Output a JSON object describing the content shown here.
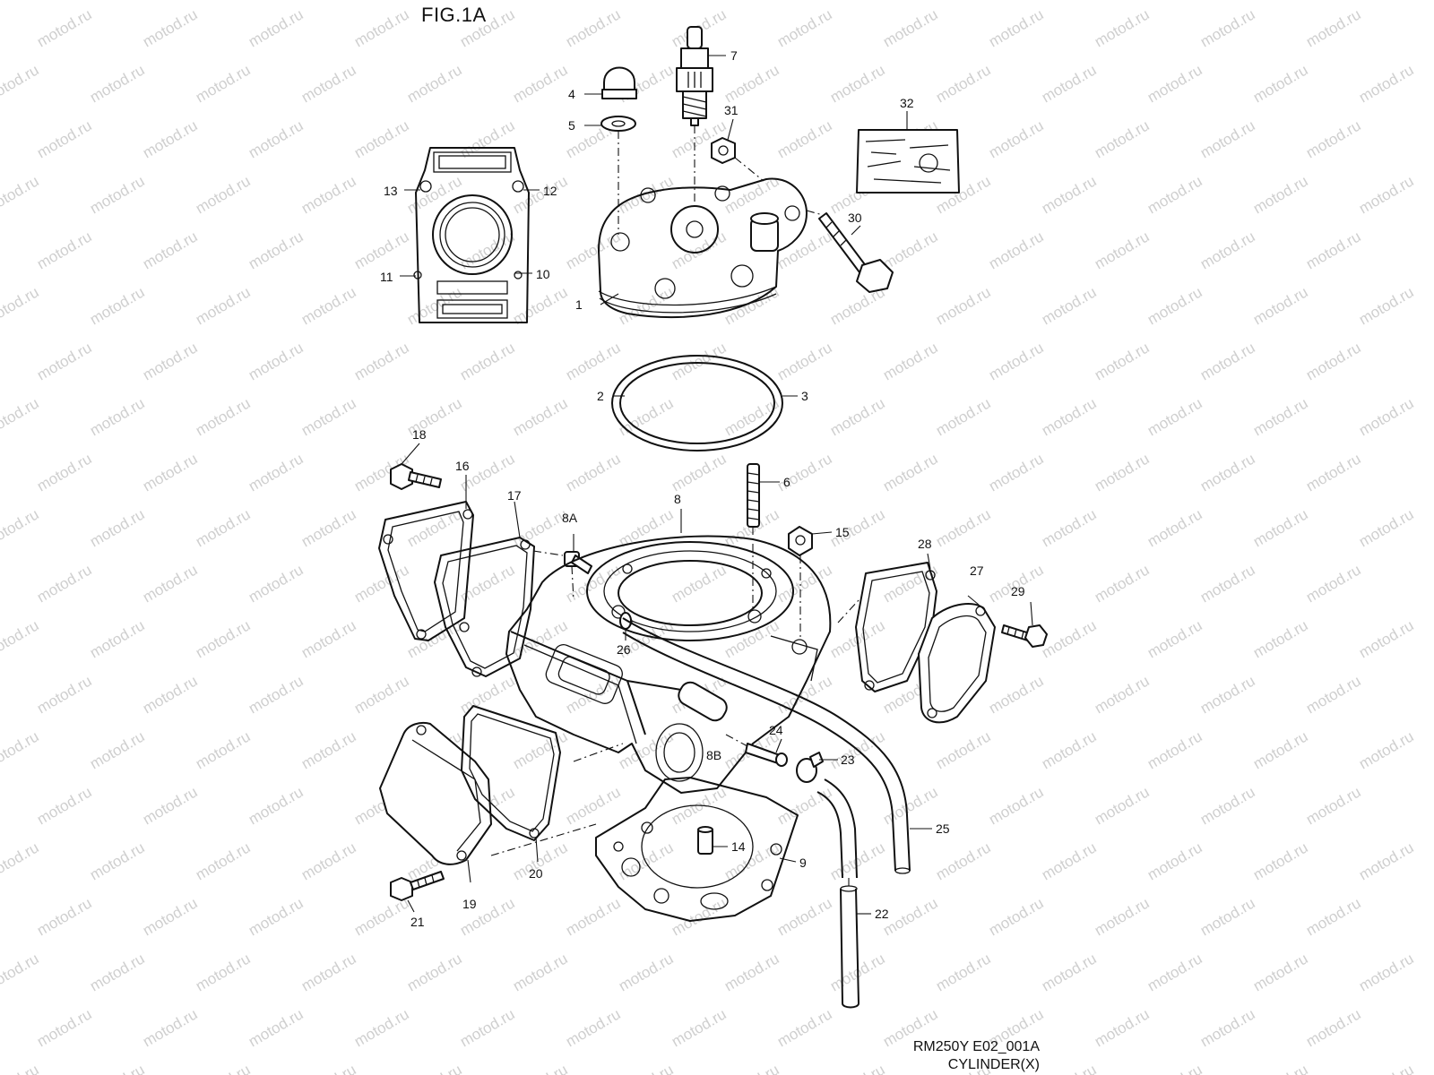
{
  "figure": {
    "title": "FIG.1A",
    "code": "RM250Y E02_001A",
    "name": "CYLINDER(X)"
  },
  "watermark": "motod.ru",
  "callouts": [
    {
      "id": "1",
      "text": "1"
    },
    {
      "id": "2",
      "text": "2"
    },
    {
      "id": "3",
      "text": "3"
    },
    {
      "id": "4",
      "text": "4"
    },
    {
      "id": "5",
      "text": "5"
    },
    {
      "id": "6",
      "text": "6"
    },
    {
      "id": "7",
      "text": "7"
    },
    {
      "id": "8",
      "text": "8"
    },
    {
      "id": "8A",
      "text": "8A"
    },
    {
      "id": "8B",
      "text": "8B"
    },
    {
      "id": "9",
      "text": "9"
    },
    {
      "id": "10",
      "text": "10"
    },
    {
      "id": "11",
      "text": "11"
    },
    {
      "id": "12",
      "text": "12"
    },
    {
      "id": "13",
      "text": "13"
    },
    {
      "id": "14",
      "text": "14"
    },
    {
      "id": "15",
      "text": "15"
    },
    {
      "id": "16",
      "text": "16"
    },
    {
      "id": "17",
      "text": "17"
    },
    {
      "id": "18",
      "text": "18"
    },
    {
      "id": "19",
      "text": "19"
    },
    {
      "id": "20",
      "text": "20"
    },
    {
      "id": "21",
      "text": "21"
    },
    {
      "id": "22",
      "text": "22"
    },
    {
      "id": "23",
      "text": "23"
    },
    {
      "id": "24",
      "text": "24"
    },
    {
      "id": "25",
      "text": "25"
    },
    {
      "id": "26",
      "text": "26"
    },
    {
      "id": "27",
      "text": "27"
    },
    {
      "id": "28",
      "text": "28"
    },
    {
      "id": "29",
      "text": "29"
    },
    {
      "id": "30",
      "text": "30"
    },
    {
      "id": "31",
      "text": "31"
    },
    {
      "id": "32",
      "text": "32"
    }
  ]
}
